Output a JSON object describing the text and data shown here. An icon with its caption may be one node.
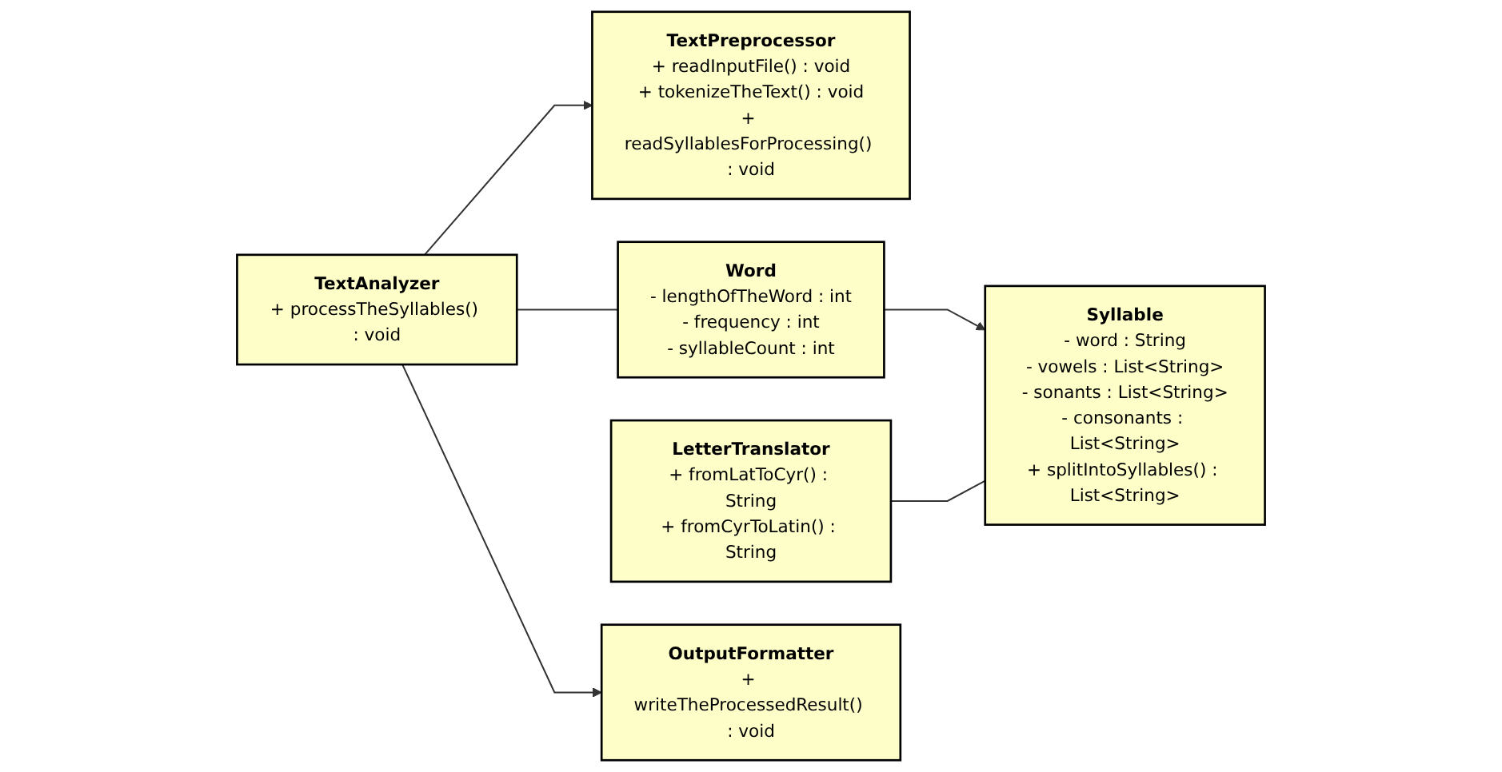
{
  "diagram": {
    "nodes": [
      {
        "text": [
          "TextPreprocessor",
          "+ readInputFile() : void",
          "+ tokenizeTheText() : void",
          "+ readSyllablesForProcessing() : void"
        ]
      },
      {
        "text": [
          "LetterTranslator",
          "+ fromLatToCyr() : String",
          "+ fromCyrToLatin() : String"
        ]
      },
      {
        "text": [
          "TextAnalyzer",
          "+ processTheSyllables() : void"
        ]
      },
      {
        "text": [
          "Word",
          "- lengthOfTheWord : int",
          "- frequency : int",
          "- syllableCount : int"
        ]
      },
      {
        "text": [
          "Syllable",
          "- word : String",
          "- vowels : List<String>",
          "- sonants : List<String>",
          "- consonants : List<String>",
          "+ splitIntoSyllables() : List<String>"
        ]
      },
      {
        "text": [
          "OutputFormatter",
          "+ writeTheProcessedResult() : void"
        ]
      }
    ],
    "edges": [
      {
        "from": 2,
        "to": 0,
        "arrow": "to"
      },
      {
        "from": 2,
        "to": 5,
        "arrow": "to"
      },
      {
        "from": 2,
        "to": 3,
        "arrow": "none"
      },
      {
        "from": 3,
        "to": 4,
        "arrow": "to"
      },
      {
        "from": 1,
        "to": 4,
        "arrow": "none"
      }
    ]
  }
}
